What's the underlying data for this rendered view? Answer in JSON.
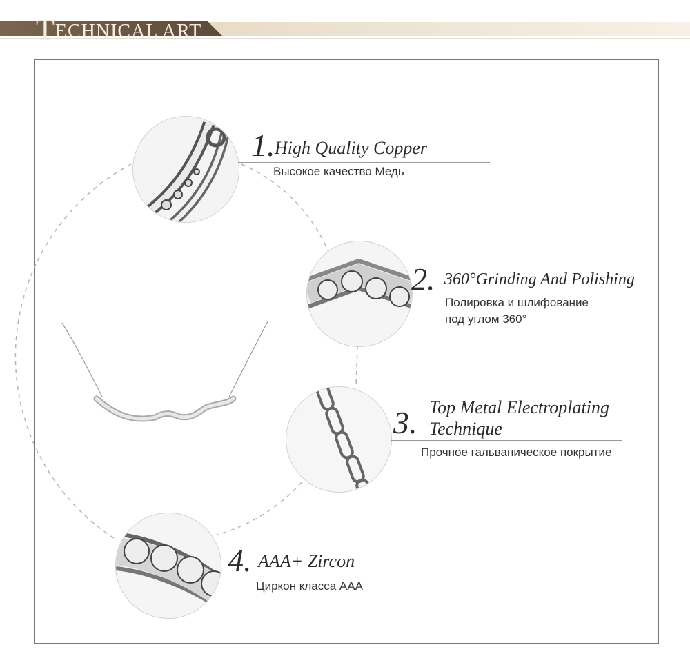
{
  "banner": {
    "title_initial": "T",
    "title_rest": "ECHNICAL ART",
    "color_dark": "#6e5a46",
    "color_light": "#d9cbb6"
  },
  "features": [
    {
      "number": "1.",
      "title": "High Quality Copper",
      "subtitle": "Высокое качество Медь",
      "subtitle_2": ""
    },
    {
      "number": "2.",
      "title": "360°Grinding And Polishing",
      "subtitle": "Полировка и шлифование",
      "subtitle_2": "под углом 360°"
    },
    {
      "number": "3.",
      "title": "Top Metal Electroplating",
      "title_2": "Technique",
      "subtitle": "Прочное гальваническое покрытие",
      "subtitle_2": ""
    },
    {
      "number": "4.",
      "title": "AAA+ Zircon",
      "subtitle": "Циркон класса ААА",
      "subtitle_2": ""
    }
  ],
  "icons": {
    "product": "necklace-image",
    "detail_1": "clasp-detail-image",
    "detail_2": "stone-row-detail-image",
    "detail_3": "chain-detail-image",
    "detail_4": "zircon-detail-image"
  }
}
